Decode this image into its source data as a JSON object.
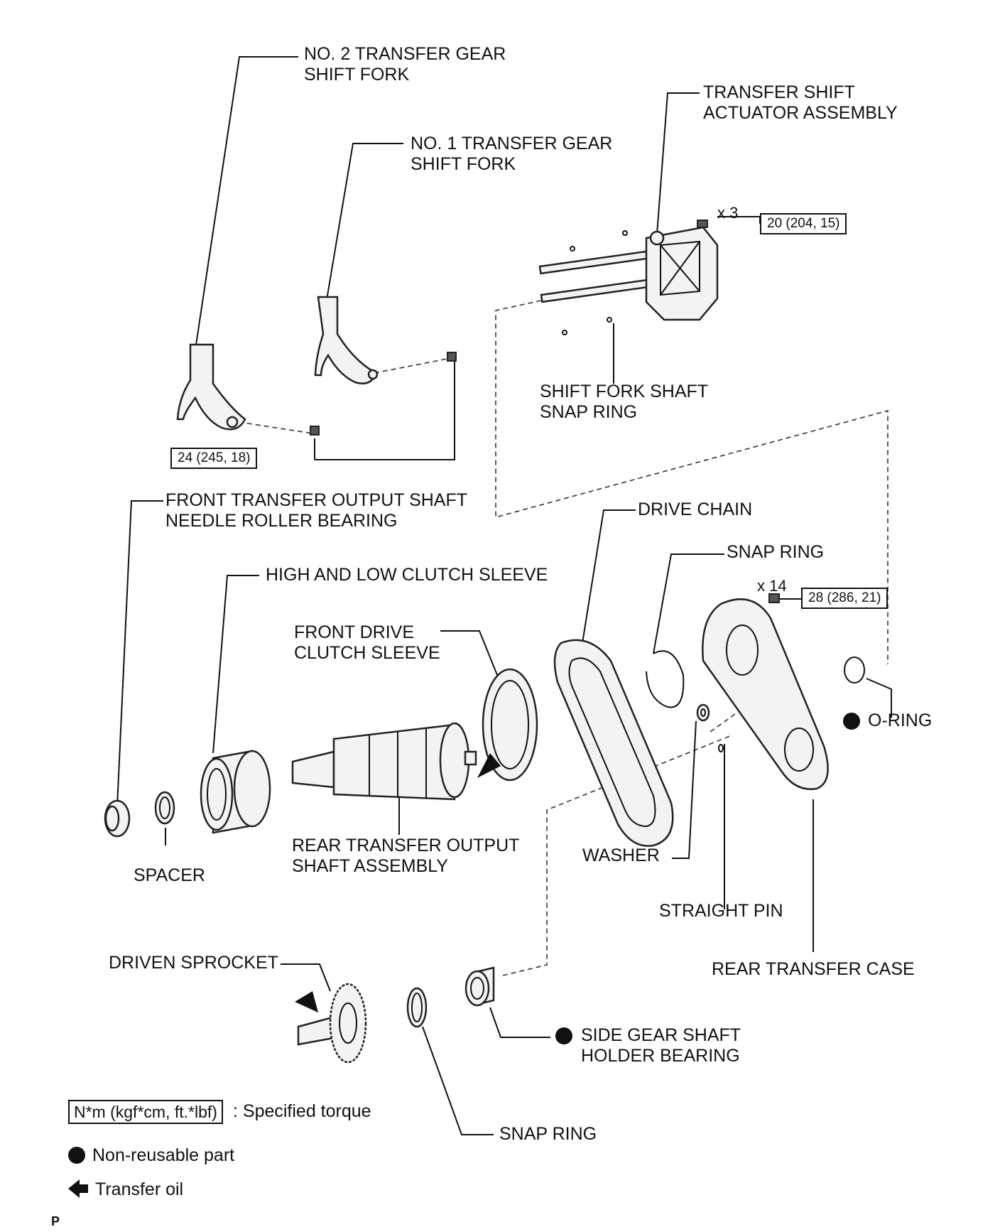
{
  "labels": {
    "no2_fork": [
      "NO. 2 TRANSFER GEAR",
      "SHIFT FORK"
    ],
    "no1_fork": [
      "NO. 1 TRANSFER GEAR",
      "SHIFT FORK"
    ],
    "actuator": [
      "TRANSFER SHIFT",
      "ACTUATOR ASSEMBLY"
    ],
    "shift_fork_shaft_snap_ring": [
      "SHIFT FORK SHAFT",
      "SNAP RING"
    ],
    "front_output_bearing": [
      "FRONT TRANSFER OUTPUT SHAFT",
      "NEEDLE ROLLER BEARING"
    ],
    "drive_chain": "DRIVE CHAIN",
    "snap_ring_upper": "SNAP RING",
    "high_low_sleeve": "HIGH AND LOW CLUTCH SLEEVE",
    "front_drive_sleeve": [
      "FRONT DRIVE",
      "CLUTCH SLEEVE"
    ],
    "o_ring": "O-RING",
    "rear_output_shaft": [
      "REAR TRANSFER OUTPUT",
      "SHAFT ASSEMBLY"
    ],
    "spacer": "SPACER",
    "washer": "WASHER",
    "straight_pin": "STRAIGHT PIN",
    "rear_case": "REAR TRANSFER CASE",
    "driven_sprocket": "DRIVEN SPROCKET",
    "side_gear_bearing": [
      "SIDE GEAR SHAFT",
      "HOLDER BEARING"
    ],
    "snap_ring_lower": "SNAP RING"
  },
  "torques": {
    "actuator_bolt": "20 (204, 15)",
    "fork_bolt": "24 (245, 18)",
    "case_bolt": "28 (286, 21)"
  },
  "quantities": {
    "actuator_bolts": "x 3",
    "case_bolts": "x 14"
  },
  "legend": {
    "torque_box": "N*m (kgf*cm, ft.*lbf)",
    "torque_text": ": Specified torque",
    "non_reusable": "Non-reusable part",
    "oil": "Transfer oil"
  },
  "corner_mark": "P"
}
